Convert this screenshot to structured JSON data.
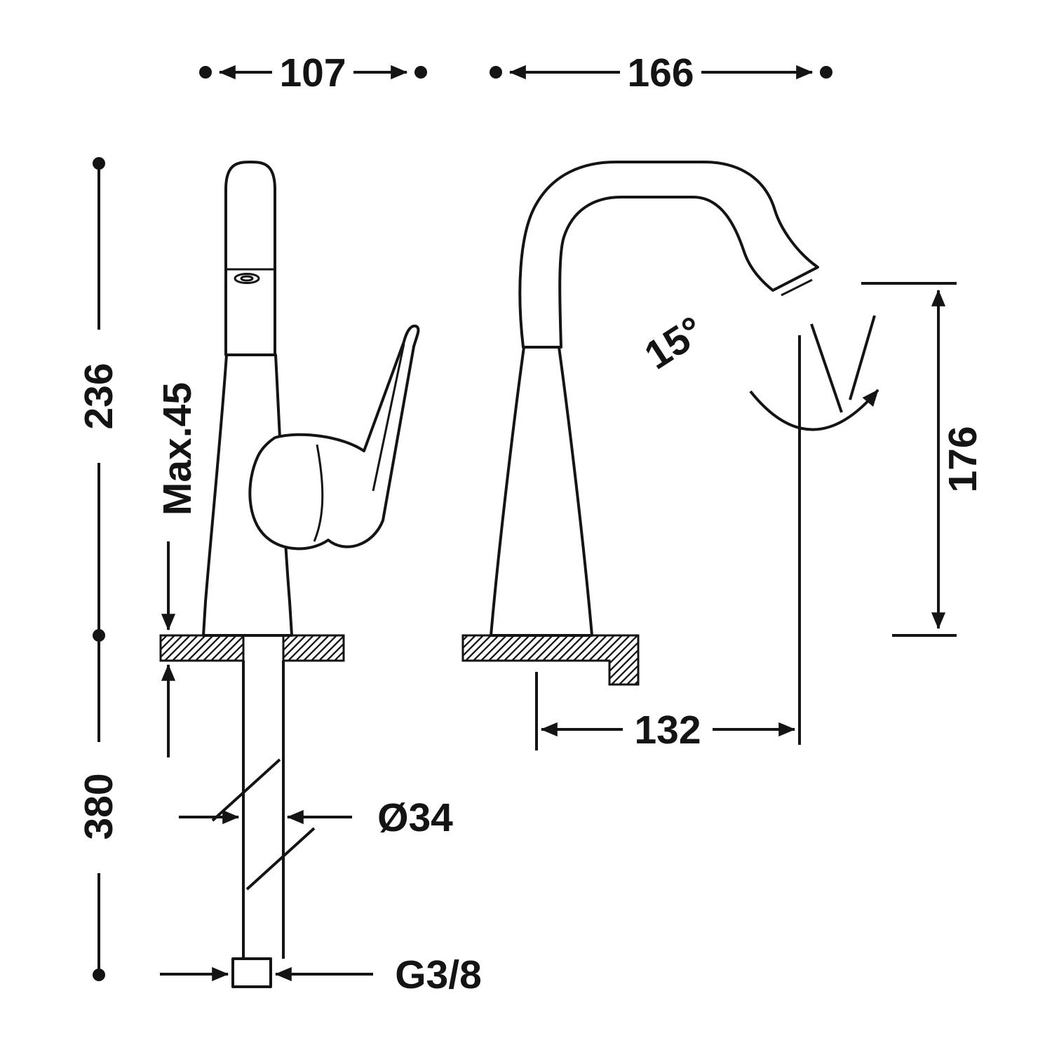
{
  "drawing": {
    "dimensions": {
      "front_width": "107",
      "side_width": "166",
      "total_height": "236",
      "max_counter_thickness": "Max.45",
      "swivel_angle": "15°",
      "outlet_height": "176",
      "spout_reach": "132",
      "below_counter_length": "380",
      "shank_diameter": "Ø34",
      "connection_thread": "G3/8"
    }
  }
}
